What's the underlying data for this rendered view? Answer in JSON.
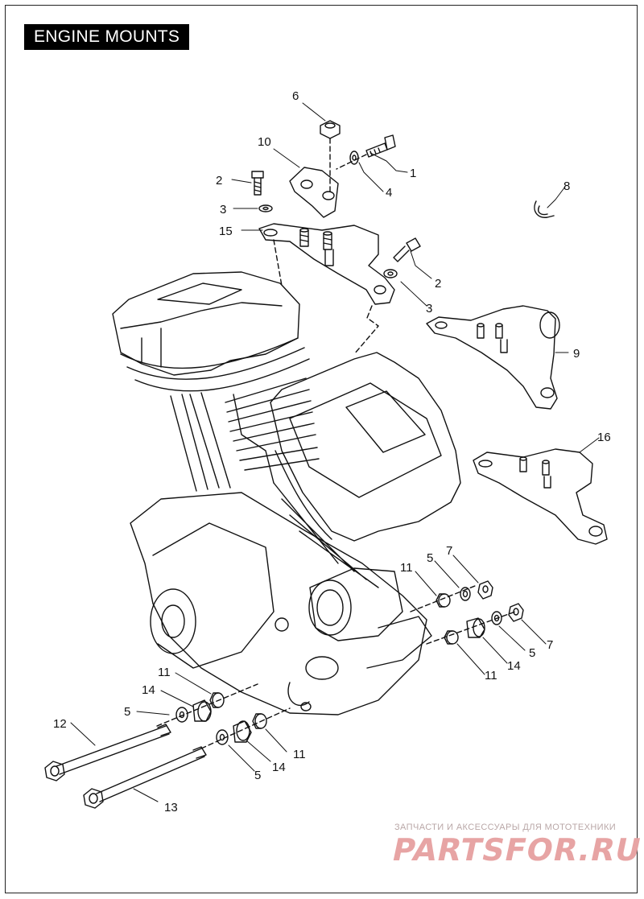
{
  "title": "ENGINE MOUNTS",
  "callouts": [
    {
      "id": "c-6",
      "label": "6"
    },
    {
      "id": "c-10",
      "label": "10"
    },
    {
      "id": "c-1",
      "label": "1"
    },
    {
      "id": "c-4",
      "label": "4"
    },
    {
      "id": "c-2a",
      "label": "2"
    },
    {
      "id": "c-3a",
      "label": "3"
    },
    {
      "id": "c-15",
      "label": "15"
    },
    {
      "id": "c-8",
      "label": "8"
    },
    {
      "id": "c-2b",
      "label": "2"
    },
    {
      "id": "c-3b",
      "label": "3"
    },
    {
      "id": "c-9",
      "label": "9"
    },
    {
      "id": "c-16",
      "label": "16"
    },
    {
      "id": "c-11a",
      "label": "11"
    },
    {
      "id": "c-5a",
      "label": "5"
    },
    {
      "id": "c-7a",
      "label": "7"
    },
    {
      "id": "c-7b",
      "label": "7"
    },
    {
      "id": "c-5b",
      "label": "5"
    },
    {
      "id": "c-14a",
      "label": "14"
    },
    {
      "id": "c-11b",
      "label": "11"
    },
    {
      "id": "c-11c",
      "label": "11"
    },
    {
      "id": "c-14b",
      "label": "14"
    },
    {
      "id": "c-5c",
      "label": "5"
    },
    {
      "id": "c-12",
      "label": "12"
    },
    {
      "id": "c-11d",
      "label": "11"
    },
    {
      "id": "c-14c",
      "label": "14"
    },
    {
      "id": "c-5d",
      "label": "5"
    },
    {
      "id": "c-13",
      "label": "13"
    }
  ],
  "watermark": {
    "tagline": "ЗАПЧАСТИ И АКСЕССУАРЫ ДЛЯ МОТОТЕХНИКИ",
    "brand": "PARTSFOR.RU"
  },
  "colors": {
    "line": "#111111",
    "title_bg": "#000000",
    "title_fg": "#ffffff",
    "watermark": "#e7a4a4"
  }
}
